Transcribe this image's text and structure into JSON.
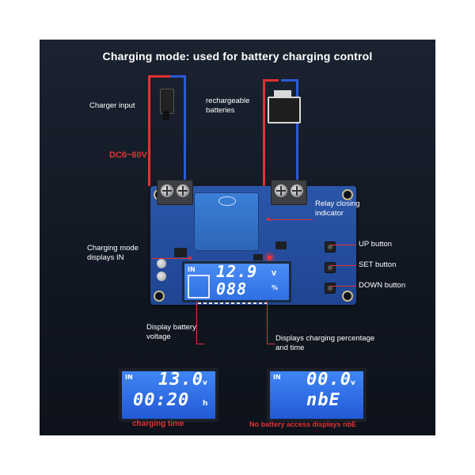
{
  "title": "Charging mode: used for battery charging control",
  "labels": {
    "charger_input": "Charger input",
    "batteries": "rechargeable batteries",
    "voltage_range": "DC6~60V",
    "relay": "Relay closing indicator",
    "up": "UP button",
    "set": "SET button",
    "down": "DOWN button",
    "charging_mode": "Charging mode displays IN",
    "display_voltage": "Display battery voltage",
    "display_pct": "Displays charging percentage and time",
    "charging_time": "charging time",
    "no_battery": "No battery access displays nbE"
  },
  "pcb": {
    "lcd_in": "IN",
    "lcd_voltage": "12.9",
    "lcd_unit_v": "V",
    "lcd_pct": "088",
    "lcd_unit_pct": "%"
  },
  "displays": {
    "left": {
      "in": "IN",
      "top": "13.0",
      "top_unit": "v",
      "bottom": "00:20",
      "bottom_unit": "h"
    },
    "right": {
      "in": "IN",
      "top": "00.0",
      "top_unit": "v",
      "bottom": "nbE"
    }
  },
  "colors": {
    "wire_red": "#e23232",
    "wire_blue": "#2a5bd8",
    "accent_red": "#e23232",
    "lcd_blue": "#2f6fe3"
  }
}
